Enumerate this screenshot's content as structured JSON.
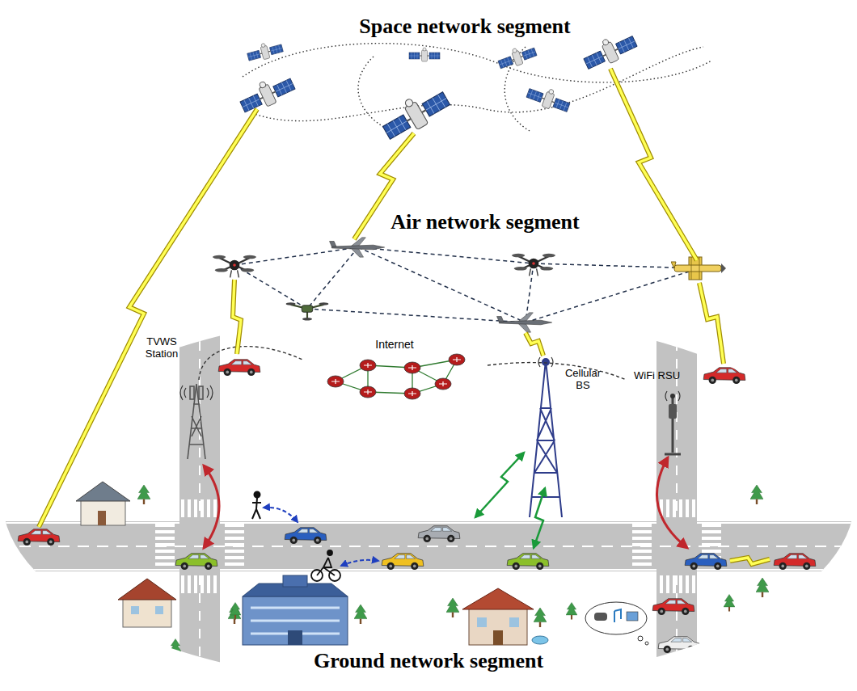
{
  "diagram": {
    "nodes": [
      {
        "text": [
          "Space network segment"
        ]
      },
      {
        "text": [
          "Air network segment"
        ]
      },
      {
        "text": [
          "Ground network segment"
        ]
      },
      {
        "text": [
          "Internet"
        ],
        "in": 2
      }
    ],
    "labels": [
      "TVWS Station",
      "Cellular BS",
      "WiFi RSU"
    ]
  }
}
